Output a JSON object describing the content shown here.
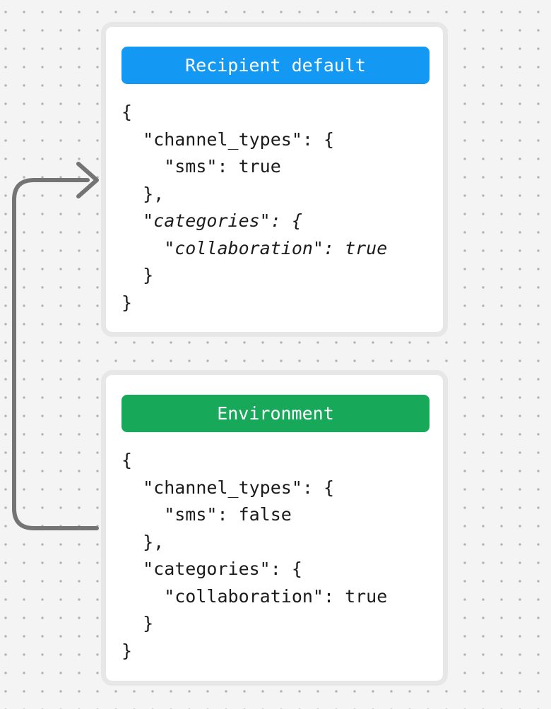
{
  "canvas": {
    "background_color": "#f4f4f5",
    "dot_color": "#b3b3b3"
  },
  "arrow": {
    "color": "#747474"
  },
  "cards": [
    {
      "title": "Recipient default",
      "header_color": "#1399f3",
      "lines": [
        "{",
        "  \"channel_types\": {",
        "    \"sms\": true",
        "  },",
        "  \"categories\": {",
        "    \"collaboration\": true",
        "  }",
        "}"
      ]
    },
    {
      "title": "Environment",
      "header_color": "#17a85a",
      "lines": [
        "{",
        "  \"channel_types\": {",
        "    \"sms\": false",
        "  },",
        "  \"categories\": {",
        "    \"collaboration\": true",
        "  }",
        "}"
      ]
    }
  ]
}
